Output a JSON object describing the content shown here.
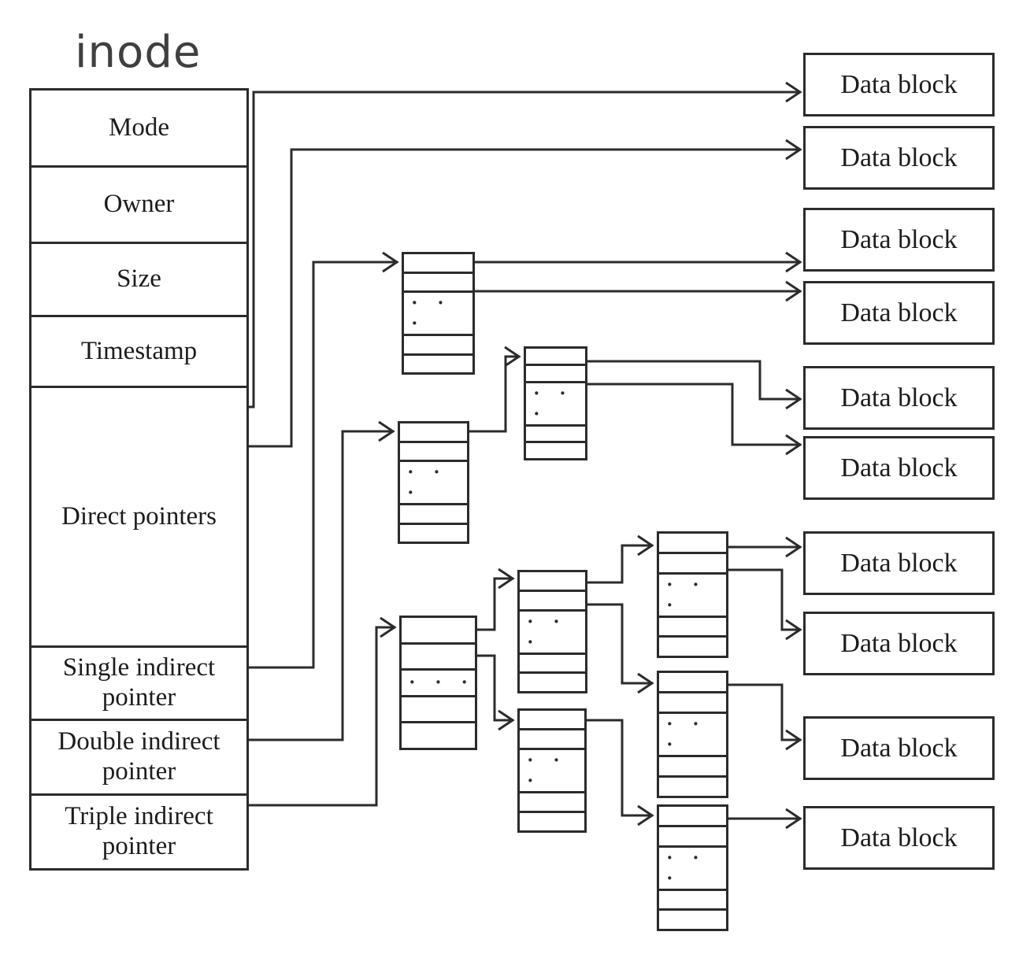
{
  "title": "inode",
  "colors": {
    "line": "#2b2b2b",
    "text": "#1c1c1c",
    "title_text": "#3f3f3f",
    "background": "#ffffff"
  },
  "ellipsis": "· · ·",
  "inode": {
    "fields": [
      {
        "label": "Mode"
      },
      {
        "label": "Owner"
      },
      {
        "label": "Size"
      },
      {
        "label": "Timestamp"
      },
      {
        "label": "Direct pointers"
      },
      {
        "label": "Single indirect pointer"
      },
      {
        "label": "Double indirect pointer"
      },
      {
        "label": "Triple indirect pointer"
      }
    ]
  },
  "pointer_blocks": [
    {
      "id": "single-indirect-block",
      "role": "single indirect block"
    },
    {
      "id": "double-indirect-block-L1",
      "role": "double indirect block level 1"
    },
    {
      "id": "double-indirect-block-L2",
      "role": "double indirect block level 2"
    },
    {
      "id": "triple-indirect-block-L1",
      "role": "triple indirect block level 1"
    },
    {
      "id": "triple-indirect-block-L2-upper",
      "role": "triple indirect block level 2 upper"
    },
    {
      "id": "triple-indirect-block-L2-lower",
      "role": "triple indirect block level 2 lower"
    },
    {
      "id": "triple-indirect-block-L3-top",
      "role": "triple indirect block level 3 top"
    },
    {
      "id": "triple-indirect-block-L3-middle",
      "role": "triple indirect block level 3 middle"
    },
    {
      "id": "triple-indirect-block-L3-bottom",
      "role": "triple indirect block level 3 bottom"
    }
  ],
  "data_blocks": [
    {
      "label": "Data block"
    },
    {
      "label": "Data block"
    },
    {
      "label": "Data block"
    },
    {
      "label": "Data block"
    },
    {
      "label": "Data block"
    },
    {
      "label": "Data block"
    },
    {
      "label": "Data block"
    },
    {
      "label": "Data block"
    },
    {
      "label": "Data block"
    },
    {
      "label": "Data block"
    }
  ],
  "edges": [
    {
      "from": "inode.direct-pointers",
      "to": "data-block-1"
    },
    {
      "from": "inode.direct-pointers",
      "to": "data-block-2"
    },
    {
      "from": "inode.single-indirect-pointer",
      "to": "single-indirect-block"
    },
    {
      "from": "single-indirect-block",
      "to": "data-block-3"
    },
    {
      "from": "single-indirect-block",
      "to": "data-block-4"
    },
    {
      "from": "inode.double-indirect-pointer",
      "to": "double-indirect-block-L1"
    },
    {
      "from": "double-indirect-block-L1",
      "to": "double-indirect-block-L2"
    },
    {
      "from": "double-indirect-block-L2",
      "to": "data-block-5"
    },
    {
      "from": "double-indirect-block-L2",
      "to": "data-block-6"
    },
    {
      "from": "inode.triple-indirect-pointer",
      "to": "triple-indirect-block-L1"
    },
    {
      "from": "triple-indirect-block-L1",
      "to": "triple-indirect-block-L2-upper"
    },
    {
      "from": "triple-indirect-block-L1",
      "to": "triple-indirect-block-L2-lower"
    },
    {
      "from": "triple-indirect-block-L2-upper",
      "to": "triple-indirect-block-L3-top"
    },
    {
      "from": "triple-indirect-block-L2-upper",
      "to": "triple-indirect-block-L3-middle"
    },
    {
      "from": "triple-indirect-block-L2-lower",
      "to": "triple-indirect-block-L3-bottom"
    },
    {
      "from": "triple-indirect-block-L3-top",
      "to": "data-block-7"
    },
    {
      "from": "triple-indirect-block-L3-top",
      "to": "data-block-8"
    },
    {
      "from": "triple-indirect-block-L3-middle",
      "to": "data-block-9"
    },
    {
      "from": "triple-indirect-block-L3-bottom",
      "to": "data-block-10"
    }
  ]
}
